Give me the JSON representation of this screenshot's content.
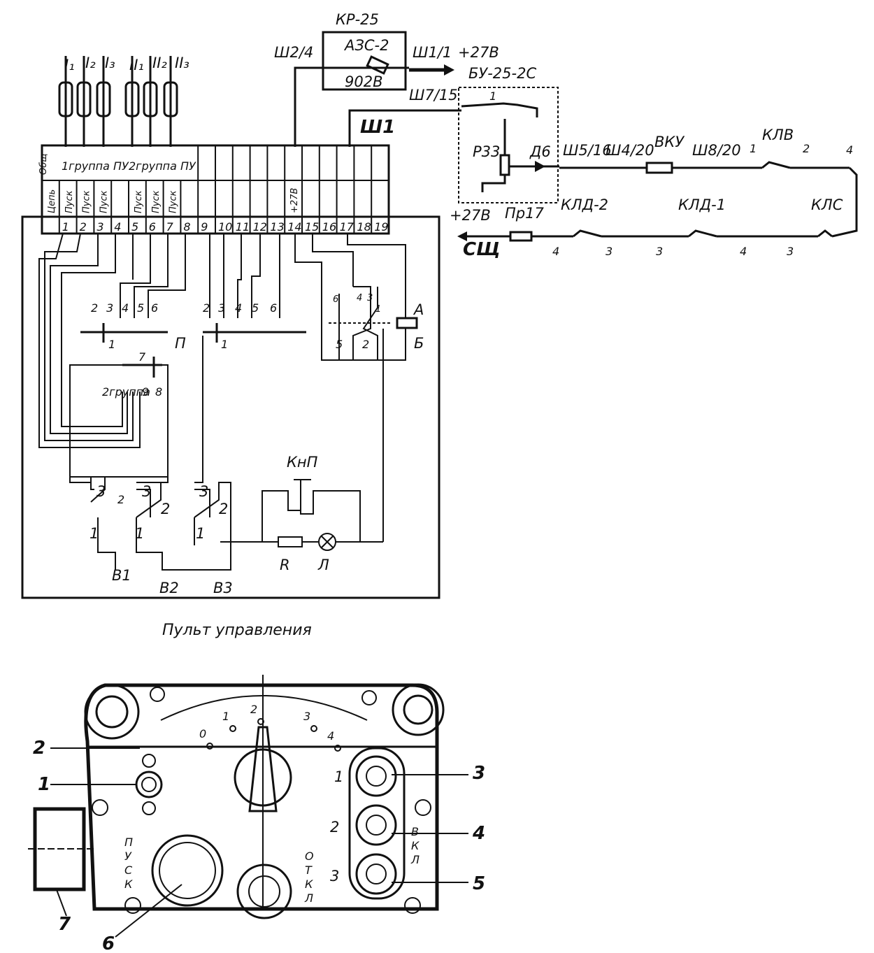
{
  "schematic": {
    "kr25_label": "КР-25",
    "azs_label": "АЗС-2",
    "azs_code": "902В",
    "sh2_4": "Ш2/4",
    "sh1_1": "Ш1/1",
    "plus27_top": "+27В",
    "bu_label": "БУ-25-2С",
    "sh7_15": "Ш7/15",
    "relay_label": "Р33",
    "diode_label": "Д6",
    "sh5_16": "Ш5/16",
    "sh4_20": "Ш4/20",
    "vku": "ВКУ",
    "sh8_20": "Ш8/20",
    "klv": "КЛВ",
    "kld2": "КЛД-2",
    "kld1": "КЛД-1",
    "kls": "КЛС",
    "plus27_left": "+27В",
    "pr17": "Пр17",
    "ssch": "СЩ",
    "sh1_conn": "Ш1",
    "group1": "1группа ПУ",
    "group2": "2группа ПУ",
    "col_labels": [
      "Общ",
      "Цепь",
      "Пуск",
      "Пуск",
      "Пуск",
      "Пуск",
      "Пуск",
      "Пуск",
      "+27В"
    ],
    "terminal_numbers": [
      "1",
      "2",
      "3",
      "4",
      "5",
      "6",
      "7",
      "8",
      "9",
      "10",
      "11",
      "12",
      "13",
      "14",
      "15",
      "16",
      "17",
      "18",
      "19"
    ],
    "heaters_i": [
      "I₁",
      "I₂",
      "I₃"
    ],
    "heaters_ii": [
      "II₁",
      "II₂",
      "II₃"
    ],
    "p_label": "П",
    "group_mid": "2группа",
    "knp": "КнП",
    "r_label": "R",
    "l_label": "Л",
    "v1": "В1",
    "v2": "В2",
    "v3": "В3",
    "a_label": "А",
    "b_label": "Б"
  },
  "caption": "Пульт управления",
  "panel": {
    "dial_marks": [
      "0",
      "1",
      "2",
      "3",
      "4"
    ],
    "callouts": [
      "1",
      "2",
      "3",
      "4",
      "5",
      "6",
      "7"
    ],
    "buttons": [
      "1",
      "2",
      "3"
    ],
    "pusk": "ПУСК",
    "otkl": "ОТКЛ",
    "vkl": "ВКЛ"
  }
}
